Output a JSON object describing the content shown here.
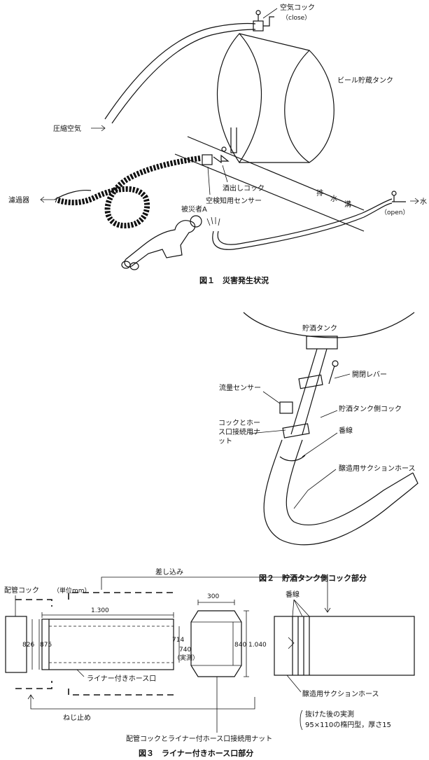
{
  "fig1": {
    "air_cock": "空気コック",
    "close": "（close）",
    "beer_tank": "ビール貯蔵タンク",
    "compressed_air": "圧縮空気",
    "filter": "濾過器",
    "sake_cock": "酒出しコック",
    "sensor": "空検知用センサー",
    "drain_1": "排",
    "drain_2": "水",
    "drain_3": "溝",
    "water": "水",
    "open": "（open）",
    "victim": "被災者A",
    "caption": "図１　災害発生状況"
  },
  "fig2": {
    "tank": "貯酒タンク",
    "lever": "開閉レバー",
    "flow_sensor": "流量センサー",
    "tank_cock": "貯酒タンク側コック",
    "nut_1": "コックとホー",
    "nut_2": "ス口接続用ナ",
    "nut_3": "ット",
    "bansen": "番線",
    "suction_hose": "醸造用サクションホース",
    "caption": "図２　貯酒タンク側コック部分"
  },
  "fig3": {
    "pipe_cock": "配管コック",
    "unit": "（単位mm）",
    "insert": "差し込み",
    "dim_300": "300",
    "dim_1300": "1.300",
    "dim_826": "826",
    "dim_875": "875",
    "dim_714": "714",
    "dim_740": "740",
    "measured": "（実測）",
    "dim_840": "840",
    "dim_1040": "1.040",
    "bansen": "番線",
    "liner_hose": "ライナー付きホース口",
    "screw": "ねじ止め",
    "suction_hose": "醸造用サクションホース",
    "note_1": "抜けた後の実測",
    "note_2": "95×110の楕円型，厚さ15",
    "nut": "配管コックとライナー付ホース口接続用ナット",
    "caption": "図３　ライナー付きホース口部分"
  }
}
